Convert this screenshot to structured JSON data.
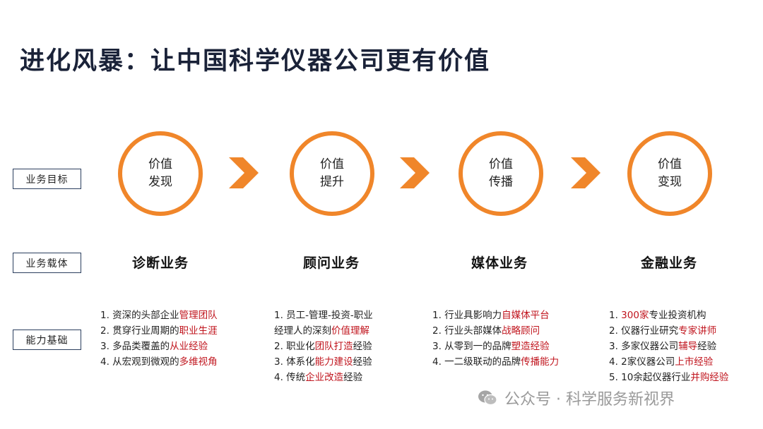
{
  "title": "进化风暴：让中国科学仪器公司更有价值",
  "row_labels": {
    "goal": "业务目标",
    "carrier": "业务载体",
    "capability": "能力基础"
  },
  "stages": [
    {
      "goal_line1": "价值",
      "goal_line2": "发现",
      "carrier": "诊断业务",
      "items": [
        [
          {
            "t": "1. 资深的头部企业"
          },
          {
            "t": "管理团队",
            "hl": true
          }
        ],
        [
          {
            "t": "2. 贯穿行业周期的"
          },
          {
            "t": "职业生涯",
            "hl": true
          }
        ],
        [
          {
            "t": "3. 多品类覆盖的"
          },
          {
            "t": "从业经验",
            "hl": true
          }
        ],
        [
          {
            "t": "4. 从宏观到微观的"
          },
          {
            "t": "多维视角",
            "hl": true
          }
        ]
      ]
    },
    {
      "goal_line1": "价值",
      "goal_line2": "提升",
      "carrier": "顾问业务",
      "items": [
        [
          {
            "t": "1. 员工-管理-投资-职业"
          }
        ],
        [
          {
            "t": "经理人的深刻"
          },
          {
            "t": "价值理解",
            "hl": true
          }
        ],
        [
          {
            "t": "2. 职业化"
          },
          {
            "t": "团队打造",
            "hl": true
          },
          {
            "t": "经验"
          }
        ],
        [
          {
            "t": "3. 体系化"
          },
          {
            "t": "能力建设",
            "hl": true
          },
          {
            "t": "经验"
          }
        ],
        [
          {
            "t": "4. 传统"
          },
          {
            "t": "企业改造",
            "hl": true
          },
          {
            "t": "经验"
          }
        ]
      ]
    },
    {
      "goal_line1": "价值",
      "goal_line2": "传播",
      "carrier": "媒体业务",
      "items": [
        [
          {
            "t": "1. 行业具影响力"
          },
          {
            "t": "自媒体平台",
            "hl": true
          }
        ],
        [
          {
            "t": "2. 行业头部媒体"
          },
          {
            "t": "战略顾问",
            "hl": true
          }
        ],
        [
          {
            "t": "3. 从零到一的品牌"
          },
          {
            "t": "塑造经验",
            "hl": true
          }
        ],
        [
          {
            "t": "4. 一二级联动的品牌"
          },
          {
            "t": "传播能力",
            "hl": true
          }
        ]
      ]
    },
    {
      "goal_line1": "价值",
      "goal_line2": "变现",
      "carrier": "金融业务",
      "items": [
        [
          {
            "t": "1. "
          },
          {
            "t": "300家",
            "hl": true
          },
          {
            "t": "专业投资机构"
          }
        ],
        [
          {
            "t": "2. 仪器行业研究"
          },
          {
            "t": "专家讲师",
            "hl": true
          }
        ],
        [
          {
            "t": "3. 多家仪器公司"
          },
          {
            "t": "辅导",
            "hl": true
          },
          {
            "t": "经验"
          }
        ],
        [
          {
            "t": "4. 2家仪器公司"
          },
          {
            "t": "上市经验",
            "hl": true
          }
        ],
        [
          {
            "t": "5. 10余起仪器行业"
          },
          {
            "t": "并购经验",
            "hl": true
          }
        ]
      ]
    }
  ],
  "colors": {
    "accent": "#f0862a",
    "highlight": "#c0141d",
    "title": "#1a2238"
  },
  "watermark": "公众号 · 科学服务新视界",
  "watermark_icon": "wechat-icon"
}
